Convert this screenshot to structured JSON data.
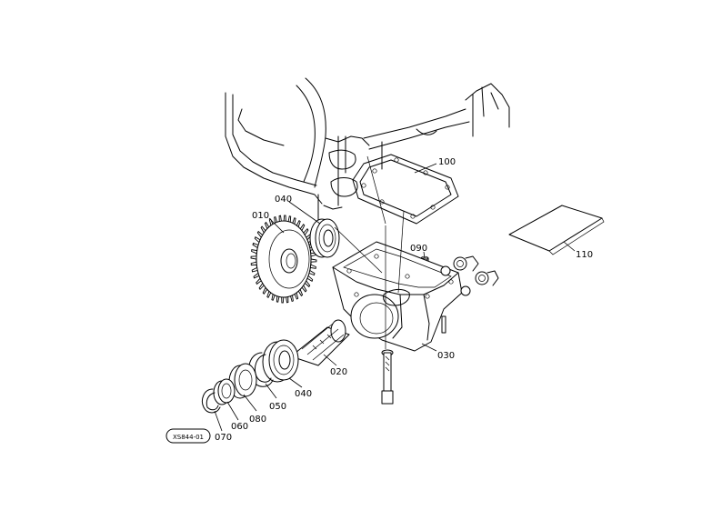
{
  "parts": [
    {
      "id": "p010",
      "number": "010"
    },
    {
      "id": "p040a",
      "number": "040"
    },
    {
      "id": "p100",
      "number": "100"
    },
    {
      "id": "p090",
      "number": "090"
    },
    {
      "id": "p110",
      "number": "110"
    },
    {
      "id": "p020",
      "number": "020"
    },
    {
      "id": "p030",
      "number": "030"
    },
    {
      "id": "p040b",
      "number": "040"
    },
    {
      "id": "p050",
      "number": "050"
    },
    {
      "id": "p080",
      "number": "080"
    },
    {
      "id": "p060",
      "number": "060"
    },
    {
      "id": "p070",
      "number": "070"
    }
  ],
  "stamp": {
    "code": "XS844-01"
  }
}
